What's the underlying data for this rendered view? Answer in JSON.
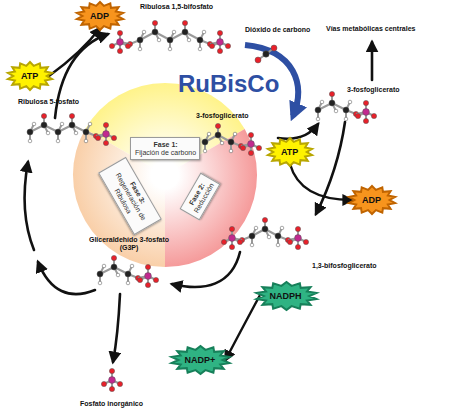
{
  "diagram": {
    "nodes": [
      {
        "text": [
          "ADP"
        ]
      },
      {
        "text": [
          "ATP"
        ]
      },
      {
        "text": [
          "Fase 1:",
          "Fijación de carbono"
        ]
      },
      {
        "text": [
          "Fase 3:",
          "Regeneración de Ribulosa"
        ]
      },
      {
        "text": [
          "Fase 2:",
          "Reducción"
        ]
      },
      {
        "text": [
          "ATP"
        ]
      },
      {
        "text": [
          "ADP"
        ]
      },
      {
        "text": [
          "NADPH"
        ]
      },
      {
        "text": [
          "NADP+"
        ]
      }
    ],
    "edges": [
      {
        "from": 1,
        "to": 0,
        "arrow": "to"
      },
      {
        "from": 5,
        "to": 6,
        "arrow": "to"
      },
      {
        "from": 7,
        "to": 8,
        "arrow": "to"
      }
    ],
    "labels": [
      "Ribulosa 1,5-bifosfato",
      "Dióxido de carbono",
      "Vías metabólicas centrales",
      "RuBisCo",
      "Ribulosa 5-fosfato",
      "3-fosfoglicerato",
      "3-fosfoglicerato",
      "1,3-bifosfoglicerato",
      "Gliceraldehído 3-fosfato (G3P)",
      "Fosfato inorgánico"
    ]
  }
}
